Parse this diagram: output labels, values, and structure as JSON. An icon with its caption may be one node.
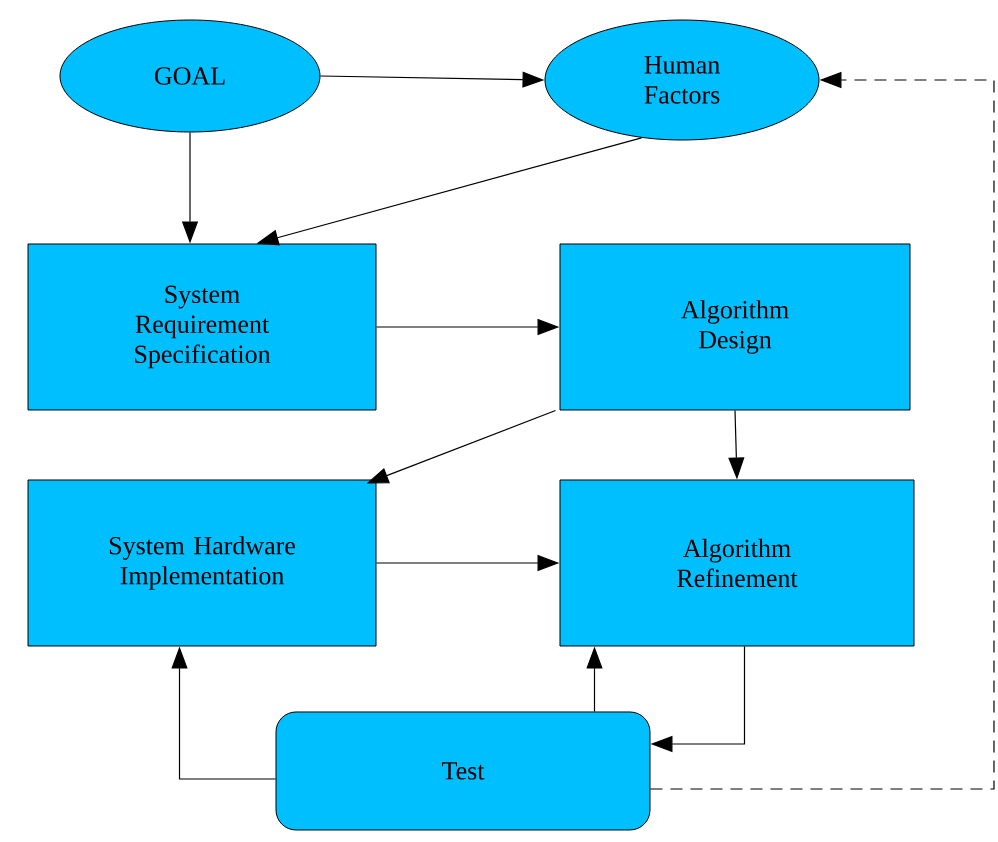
{
  "diagram": {
    "nodes": [
      {
        "text": [
          "GOAL"
        ]
      },
      {
        "text": [
          "Human Factors"
        ]
      },
      {
        "text": [
          "System Requirement Specification"
        ]
      },
      {
        "text": [
          "Algorithm Design"
        ]
      },
      {
        "text": [
          "System Hardware Implementation"
        ]
      },
      {
        "text": [
          "Algorithm Refinement"
        ]
      },
      {
        "text": [
          "Test"
        ]
      }
    ],
    "edges": [
      {
        "from": 0,
        "to": 1,
        "arrow": "to"
      },
      {
        "from": 0,
        "to": 2,
        "arrow": "to"
      },
      {
        "from": 1,
        "to": 2,
        "arrow": "to"
      },
      {
        "from": 2,
        "to": 3,
        "arrow": "to"
      },
      {
        "from": 3,
        "to": 4,
        "arrow": "to"
      },
      {
        "from": 3,
        "to": 5,
        "arrow": "to"
      },
      {
        "from": 4,
        "to": 5,
        "arrow": "to"
      },
      {
        "from": 6,
        "to": 4,
        "arrow": "to"
      },
      {
        "from": 6,
        "to": 5,
        "arrow": "to"
      },
      {
        "from": 5,
        "to": 6,
        "arrow": "to"
      },
      {
        "from": 6,
        "to": 1,
        "arrow": "to",
        "style": "dashed"
      }
    ]
  }
}
